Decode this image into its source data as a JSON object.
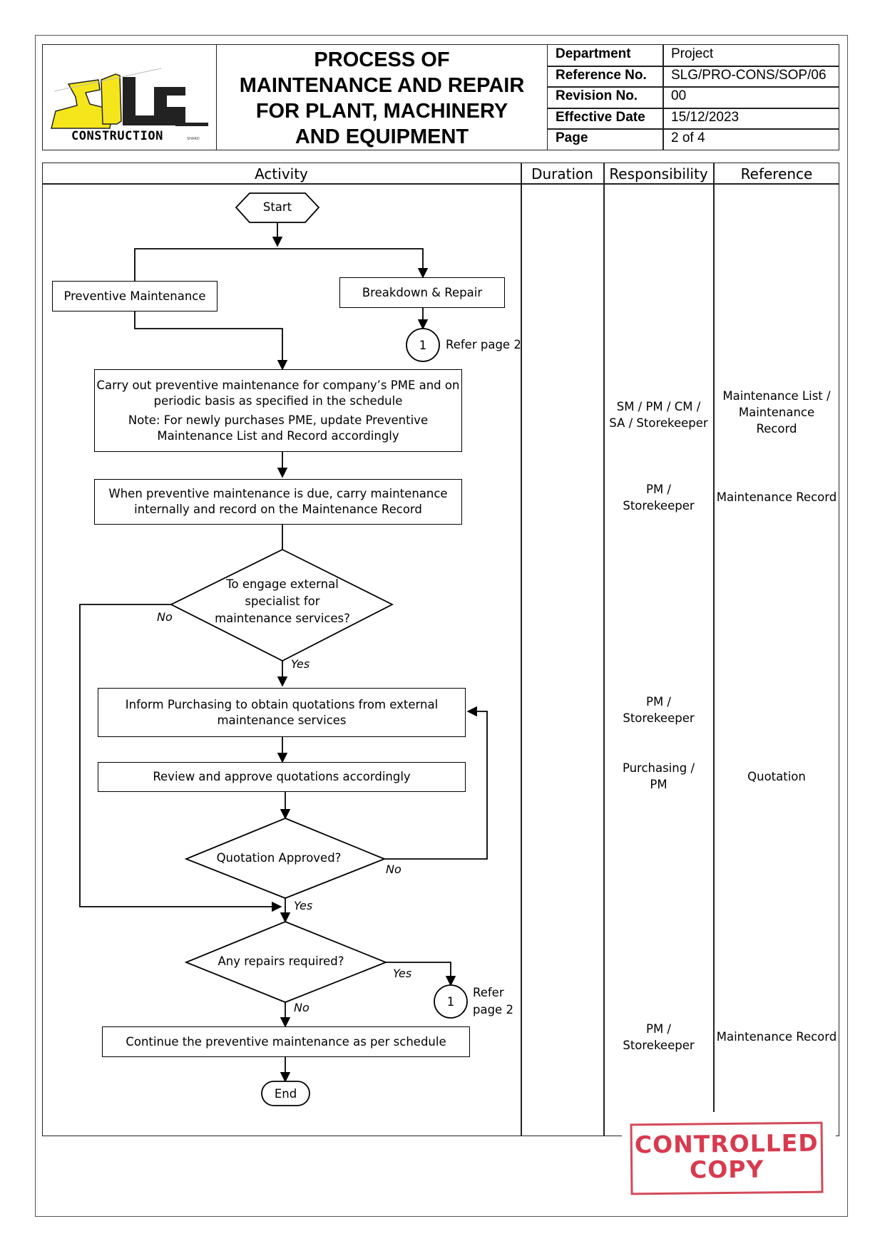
{
  "logo": {
    "letters": "SLG",
    "subtitle": "CONSTRUCTION",
    "tagline": "SHARD"
  },
  "title": {
    "line1": "PROCESS OF",
    "line2": "MAINTENANCE AND REPAIR",
    "line3": "FOR PLANT, MACHINERY",
    "line4": "AND EQUIPMENT"
  },
  "meta": [
    {
      "label": "Department",
      "value": "Project"
    },
    {
      "label": "Reference No.",
      "value": "SLG/PRO-CONS/SOP/06"
    },
    {
      "label": "Revision No.",
      "value": "00"
    },
    {
      "label": "Effective Date",
      "value": "15/12/2023"
    },
    {
      "label": "Page",
      "value": "2 of 4"
    }
  ],
  "columns": {
    "activity": "Activity",
    "duration": "Duration",
    "responsibility": "Responsibility",
    "reference": "Reference"
  },
  "flow": {
    "start": "Start",
    "preventive": "Preventive Maintenance",
    "breakdown": "Breakdown & Repair",
    "connector": "1",
    "refer_page_1": "Refer page 2",
    "step1_line1": "Carry out preventive maintenance for company’s PME and on",
    "step1_line2": "periodic basis as specified in the schedule",
    "step1_line3": "Note: For newly purchases PME, update Preventive",
    "step1_line4": "Maintenance List and Record accordingly",
    "step2_line1": "When preventive maintenance is due, carry maintenance",
    "step2_line2": "internally and record on the Maintenance Record",
    "decision1_line1": "To engage external",
    "decision1_line2": "specialist for",
    "decision1_line3": "maintenance services?",
    "no": "No",
    "yes": "Yes",
    "step3_line1": "Inform Purchasing to obtain quotations from external",
    "step3_line2": "maintenance services",
    "step4": "Review and approve quotations accordingly",
    "decision2": "Quotation Approved?",
    "decision3": "Any repairs required?",
    "refer_a": "Refer",
    "refer_b": "page 2",
    "step5": "Continue the preventive maintenance as per schedule",
    "end": "End"
  },
  "responsibility": {
    "r1_line1": "SM / PM / CM /",
    "r1_line2": "SA / Storekeeper",
    "r2_line1": "PM /",
    "r2_line2": "Storekeeper",
    "r3_line1": "PM /",
    "r3_line2": "Storekeeper",
    "r4_line1": "Purchasing /",
    "r4_line2": "PM",
    "r5_line1": "PM /",
    "r5_line2": "Storekeeper"
  },
  "reference": {
    "ref1_line1": "Maintenance List /",
    "ref1_line2": "Maintenance",
    "ref1_line3": "Record",
    "ref2": "Maintenance Record",
    "ref3": "Quotation",
    "ref4": "Maintenance Record"
  },
  "stamp": {
    "line1": "CONTROLLED",
    "line2": "COPY"
  },
  "colors": {
    "logo_yellow": "#f5e61b",
    "stamp_red": "#d83a4e"
  }
}
